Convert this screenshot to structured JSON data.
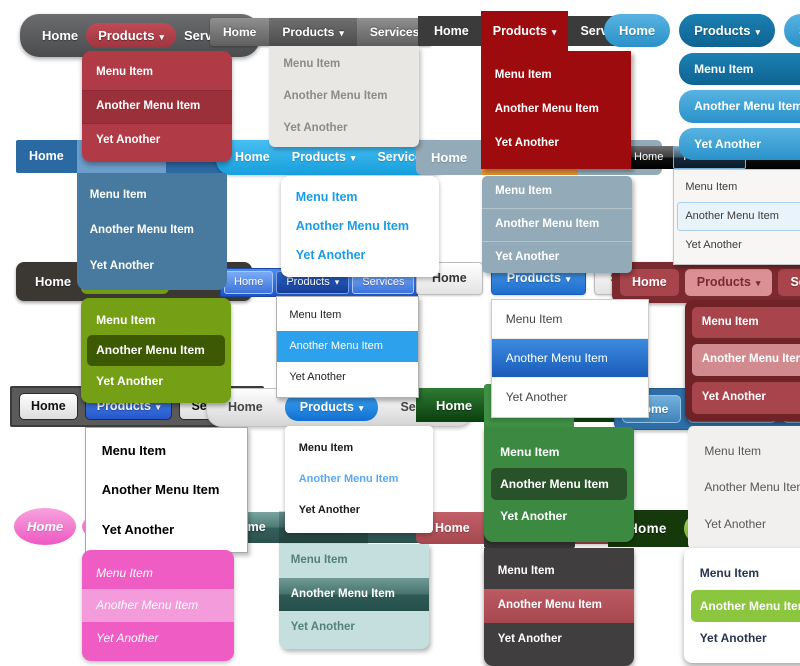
{
  "page": {
    "background": "#ffffff",
    "grid_columns": 4,
    "grid_rows": 5
  },
  "menu": {
    "home_label": "Home",
    "products_label": "Products",
    "services_label": "Services",
    "caret": "▾",
    "dropdown": [
      "Menu Item",
      "Another Menu Item",
      "Yet Another"
    ]
  },
  "cells": [
    {
      "id": 1,
      "theme": "t1",
      "name": "rounded-charcoal-crimson",
      "bar_color": "#58595b",
      "accent_color": "#b43b46",
      "dropdown_color": "#b03b46",
      "dropdown_text_color": "#ffffff",
      "highlight_index": 1,
      "highlight_color": "#9b2f3a"
    },
    {
      "id": 2,
      "theme": "t2",
      "name": "glossy-gray",
      "bar_color": "#767676",
      "accent_color": "#5c5c5c",
      "dropdown_color": "#e9e7e4",
      "dropdown_text_color": "#8b8b8b",
      "highlight_index": -1,
      "highlight_color": null
    },
    {
      "id": 3,
      "theme": "t3",
      "name": "flat-charcoal-darkred",
      "bar_color": "#3b3b3b",
      "accent_color": "#9e0b0f",
      "dropdown_color": "#9e0b0f",
      "dropdown_text_color": "#ffffff",
      "highlight_index": -1,
      "highlight_color": null
    },
    {
      "id": 4,
      "theme": "t4",
      "name": "sky-blue-pills",
      "bar_color": "#3f9fd4",
      "accent_color": "#11719f",
      "dropdown_color": "#3f9fd4",
      "dropdown_text_color": "#ffffff",
      "highlight_index": 0,
      "highlight_color": "#11719f"
    },
    {
      "id": 5,
      "theme": "t5",
      "name": "steel-blue-block",
      "bar_color": "#2b69a3",
      "accent_color": "#6d9dcb",
      "dropdown_color": "#48799e",
      "dropdown_text_color": "#ffffff",
      "highlight_index": -1,
      "highlight_color": null
    },
    {
      "id": 6,
      "theme": "t6",
      "name": "cyan-pill-white-dropdown",
      "bar_color": "#29abe2",
      "accent_color": "#29abe2",
      "dropdown_color": "#ffffff",
      "dropdown_text_color": "#1b9ce5",
      "highlight_index": -1,
      "highlight_color": null
    },
    {
      "id": 7,
      "theme": "t7",
      "name": "bluegray-orange",
      "bar_color": "#93abb8",
      "accent_color": "#e6983c",
      "dropdown_color": "#93abb8",
      "dropdown_text_color": "#ffffff",
      "highlight_index": -1,
      "highlight_color": null
    },
    {
      "id": 8,
      "theme": "t8",
      "name": "win7-glossy-black",
      "bar_color": "#161616",
      "accent_color": "#32506a",
      "dropdown_color": "#f7f6f5",
      "dropdown_text_color": "#3b3b3b",
      "highlight_index": 1,
      "highlight_color": "#e9f3fc"
    },
    {
      "id": 9,
      "theme": "t9",
      "name": "charcoal-olive-green",
      "bar_color": "#3b3834",
      "accent_color": "#7ca81f",
      "dropdown_color": "#75a015",
      "dropdown_text_color": "#ffffff",
      "highlight_index": 1,
      "highlight_color": "#3e5903"
    },
    {
      "id": 10,
      "theme": "t10",
      "name": "glossy-blue-winstyle",
      "bar_color": "#2f66cf",
      "accent_color": "#1a47a5",
      "dropdown_color": "#ffffff",
      "dropdown_text_color": "#222222",
      "highlight_index": 1,
      "highlight_color": "#2da1eb"
    },
    {
      "id": 11,
      "theme": "t11",
      "name": "light-buttons-blue-accent",
      "bar_color": "#f2f2f2",
      "accent_color": "#2e7fd4",
      "dropdown_color": "#ffffff",
      "dropdown_text_color": "#444444",
      "highlight_index": 1,
      "highlight_color": "#2a73c9"
    },
    {
      "id": 12,
      "theme": "t12",
      "name": "maroon-rose",
      "bar_color": "#7b2a2f",
      "accent_color": "#db9194",
      "dropdown_color": "#6f2327",
      "dropdown_text_color": "#ffffff",
      "highlight_index": 1,
      "highlight_color": "#d18b8f"
    },
    {
      "id": 13,
      "theme": "t13",
      "name": "gray-bar-white-buttons",
      "bar_color": "#5a5a5a",
      "accent_color": "#3a70da",
      "dropdown_color": "#ffffff",
      "dropdown_text_color": "#000000",
      "highlight_index": -1,
      "highlight_color": null
    },
    {
      "id": 14,
      "theme": "t14",
      "name": "silver-pill-blue-accent",
      "bar_color": "#e6e6e6",
      "accent_color": "#1f89e5",
      "dropdown_color": "#ffffff",
      "dropdown_text_color": "#1c1c1c",
      "highlight_index": 1,
      "highlight_color": "#59a9f1"
    },
    {
      "id": 15,
      "theme": "t15",
      "name": "forest-green-tab",
      "bar_color": "#1c5a21",
      "accent_color": "#3f8f44",
      "dropdown_color": "#3c8a41",
      "dropdown_text_color": "#ffffff",
      "highlight_index": 1,
      "highlight_color": "#29522a"
    },
    {
      "id": 16,
      "theme": "t16",
      "name": "steelblue-buttons-gray-dropdown",
      "bar_color": "#2e6da5",
      "accent_color": "#58a3d2",
      "dropdown_color": "#f1f0ee",
      "dropdown_text_color": "#575757",
      "highlight_index": -1,
      "highlight_color": null
    },
    {
      "id": 17,
      "theme": "t17",
      "name": "bubblegum-pink-ovals",
      "bar_color": "#f06cc8",
      "accent_color": "#f06cc8",
      "dropdown_color": "#ee5cc4",
      "dropdown_text_color": "#ffffff",
      "highlight_index": 1,
      "highlight_color": "#f49bdb"
    },
    {
      "id": 18,
      "theme": "t18",
      "name": "glossy-teal",
      "bar_color": "#447571",
      "accent_color": "#35605c",
      "dropdown_color": "#c4dfde",
      "dropdown_text_color": "#54807c",
      "highlight_index": 1,
      "highlight_color": "#3a6662"
    },
    {
      "id": 19,
      "theme": "t19",
      "name": "rosewood-charcoal-tab",
      "bar_color": "#b45760",
      "accent_color": "#3a3738",
      "dropdown_color": "#413e3f",
      "dropdown_text_color": "#ffffff",
      "highlight_index": 1,
      "highlight_color": "#b3535c"
    },
    {
      "id": 20,
      "theme": "t20",
      "name": "darkgreen-lime-pill",
      "bar_color": "#16390c",
      "accent_color": "#8cc63f",
      "dropdown_color": "#ffffff",
      "dropdown_text_color": "#273350",
      "highlight_index": 1,
      "highlight_color": "#8cc63f"
    }
  ]
}
